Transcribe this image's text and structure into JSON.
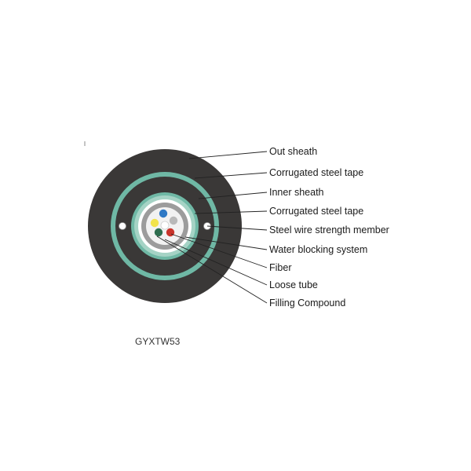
{
  "labels": {
    "out_sheath": "Out sheath",
    "corrugated_tape_outer": "Corrugated steel tape",
    "inner_sheath": "Inner sheath",
    "corrugated_tape_inner": "Corrugated steel tape",
    "steel_wire": "Steel wire strength member",
    "water_blocking": "Water blocking system",
    "fiber": "Fiber",
    "loose_tube": "Loose tube",
    "filling_compound": "Filling Compound"
  },
  "model_name": "GYXTW53",
  "colors": {
    "sheath": "#3a3837",
    "tape_ring": "#6fb8a5",
    "tape_inner": "#a5d3c5",
    "loose_tube_ring": "#9c9c9c",
    "filling": "#f2f2f2",
    "steel_wire": "#ffffff",
    "fiber_blue": "#2f79c5",
    "fiber_gray": "#b9b9b9",
    "fiber_yellow": "#f2e34a",
    "fiber_red": "#c9342b",
    "fiber_green": "#2f6e4f",
    "fiber_white": "#ffffff"
  }
}
